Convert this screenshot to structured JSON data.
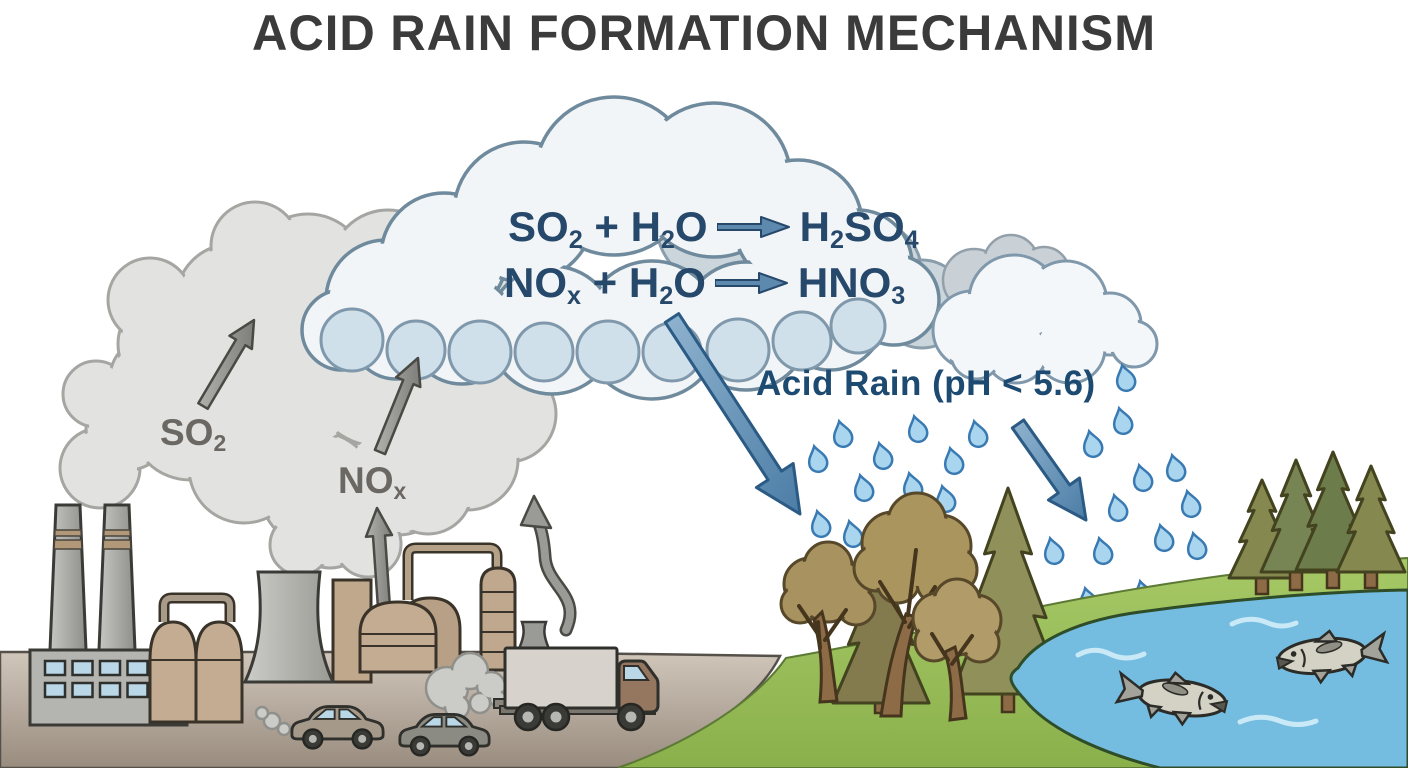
{
  "title": "ACID RAIN FORMATION MECHANISM",
  "cloud_formulas": {
    "reactions": [
      {
        "reactant": "SO",
        "reactant_sub": "2",
        "plus_water": " + H",
        "water_sub": "2",
        "water_o": "O",
        "product": "H",
        "product_sub": "2",
        "product_rest": "SO",
        "product_rest_sub": "4"
      },
      {
        "reactant": "NO",
        "reactant_sub": "x",
        "plus_water": " + H",
        "water_sub": "2",
        "water_o": "O",
        "product": "HNO",
        "product_sub": "3",
        "product_rest": "",
        "product_rest_sub": ""
      }
    ]
  },
  "emission_labels": {
    "so2": {
      "text": "SO",
      "sub": "2"
    },
    "nox": {
      "text": "NO",
      "sub": "x"
    }
  },
  "acid_rain_label": "Acid Rain (pH < 5.6)",
  "icons": {
    "up_arrows": "gray-emission-up-arrow",
    "down_arrows": "blue-acid-rain-down-arrow",
    "reaction_arrow": "blue-reaction-right-arrow",
    "raindrop": "raindrop-icon"
  },
  "palette": {
    "title_color": "#3b3b3b",
    "formula_text": "#26486b",
    "acid_rain_text": "#1d4a71",
    "emission_label_text": "#6b6762",
    "reaction_arrow_fill": "#5c89ad",
    "reaction_arrow_stroke": "#26486b",
    "raindrop_fill": "#a9d5ef",
    "raindrop_stroke": "#3a7ab2",
    "smoke_gray": "#e2e2e0",
    "cloud_fill": "#f2f5f7",
    "cloud_outline": "#6e8a9c",
    "grass_green": "#9cc158",
    "lake_blue": "#74bce0",
    "road_tan": "#c2b7ab",
    "tree_brown": "#a8925f",
    "pine_olive": "#85894f"
  }
}
